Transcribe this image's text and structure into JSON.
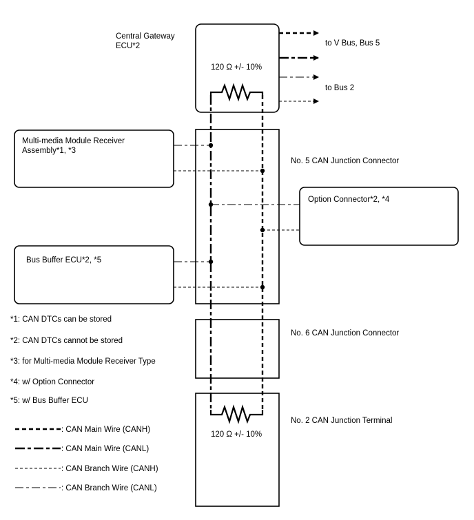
{
  "gateway": {
    "label_line1": "Central Gateway",
    "label_line2": "ECU*2",
    "resistor_label": "120 Ω +/- 10%"
  },
  "outputs": {
    "v_bus": "to V Bus, Bus 5",
    "bus2": "to Bus 2"
  },
  "multimedia": {
    "label_line1": "Multi-media Module Receiver",
    "label_line2": "Assembly*1, *3"
  },
  "jc5": {
    "label": "No. 5 CAN Junction Connector"
  },
  "option": {
    "label": "Option Connector*2, *4"
  },
  "bus_buffer": {
    "label": "Bus Buffer ECU*2, *5"
  },
  "jc6": {
    "label": "No. 6 CAN Junction Connector"
  },
  "terminal": {
    "label": "No. 2 CAN Junction Terminal",
    "resistor_label": "120 Ω +/- 10%"
  },
  "notes": [
    "*1: CAN DTCs can be stored",
    "*2: CAN DTCs cannot be stored",
    "*3: for Multi-media Module Receiver Type",
    "*4: w/ Option Connector",
    "*5: w/ Bus Buffer ECU"
  ],
  "legend": [
    {
      "style": "main-canh",
      "label": ": CAN Main Wire (CANH)"
    },
    {
      "style": "main-canl",
      "label": ": CAN Main Wire (CANL)"
    },
    {
      "style": "branch-canh",
      "label": ": CAN Branch Wire (CANH)"
    },
    {
      "style": "branch-canl",
      "label": ": CAN Branch Wire (CANL)"
    }
  ],
  "colors": {
    "line": "#000000",
    "background": "#ffffff"
  }
}
